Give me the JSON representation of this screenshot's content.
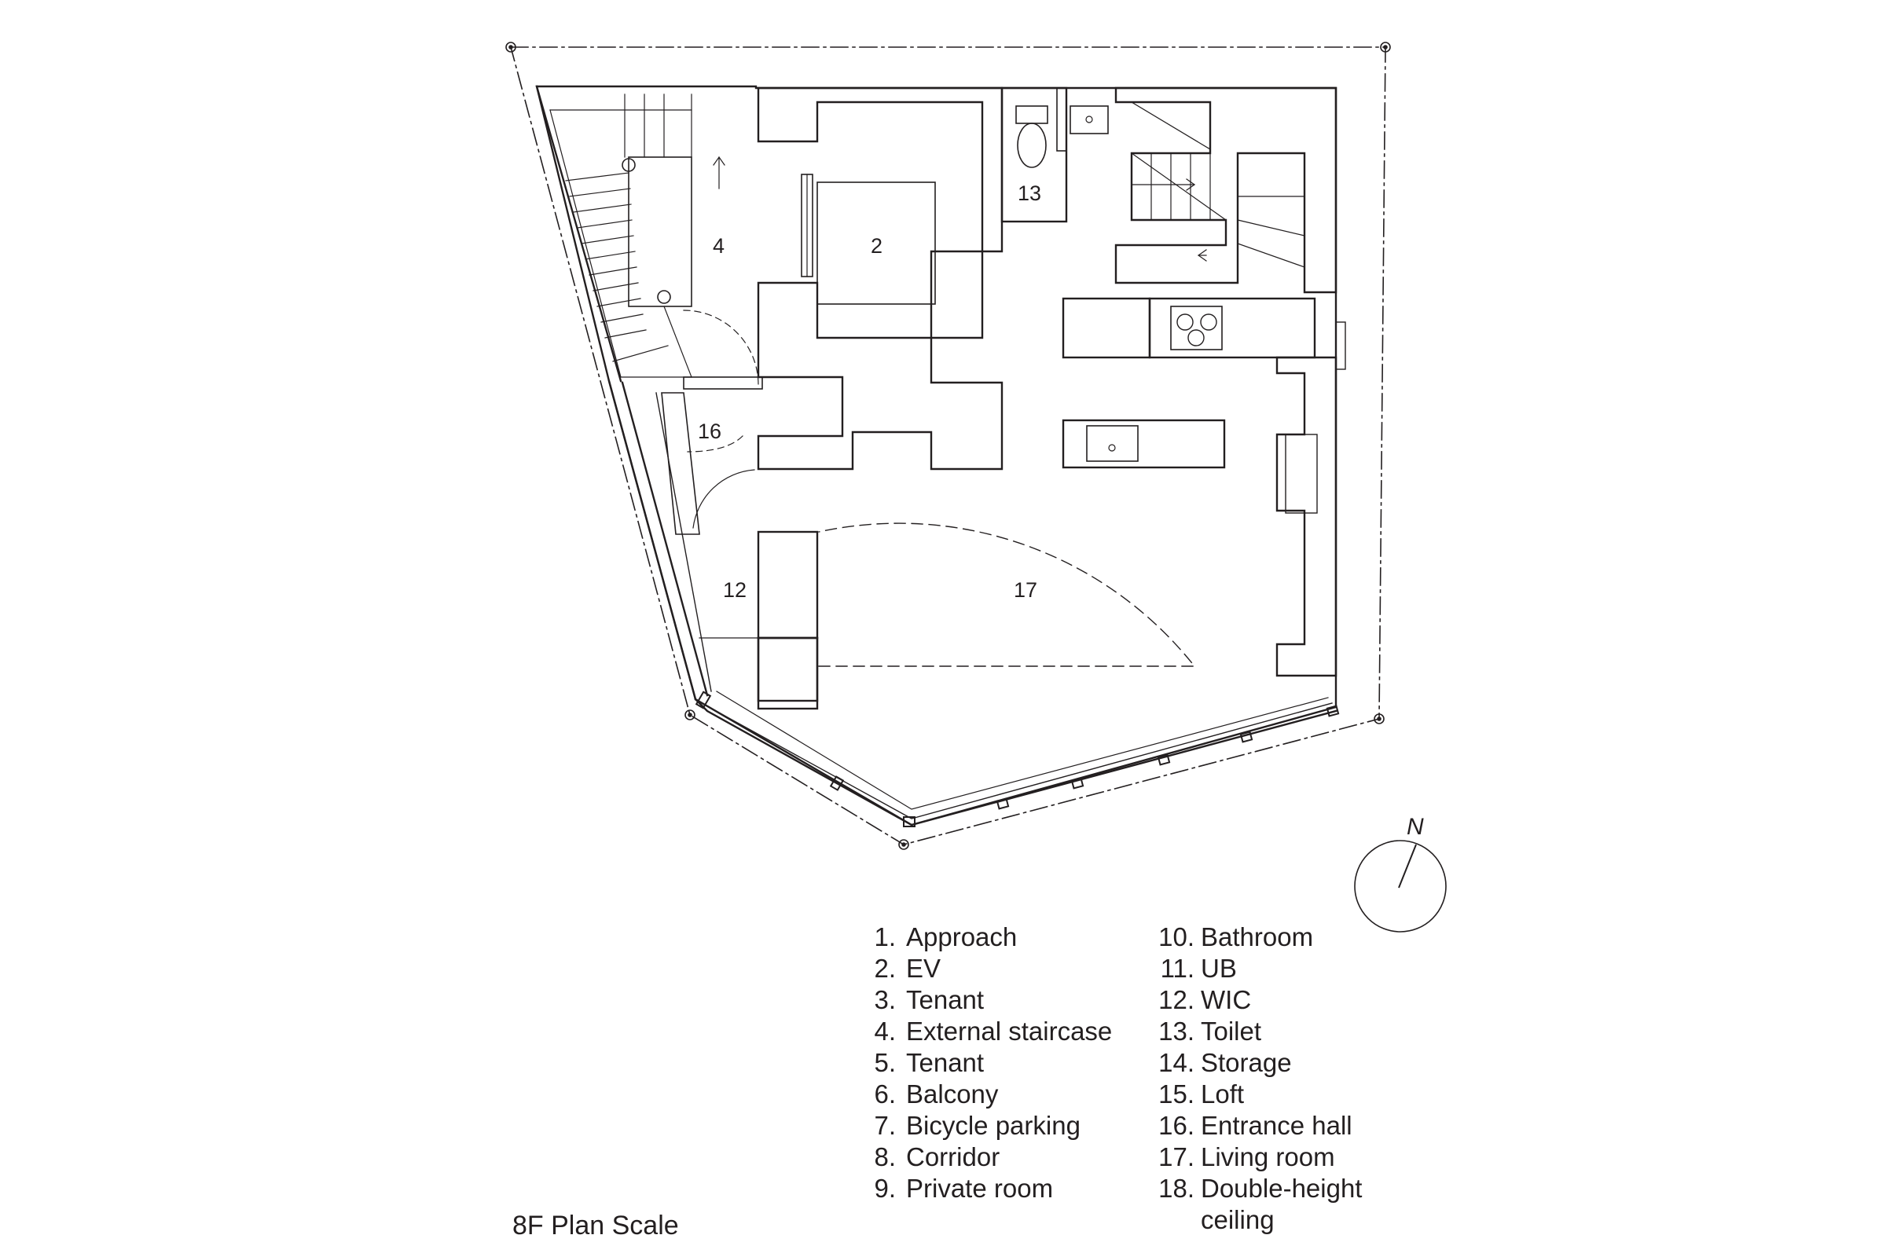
{
  "plan": {
    "title": "8F Plan Scale",
    "compass_label": "N",
    "room_labels": {
      "r2": "2",
      "r4": "4",
      "r12": "12",
      "r13": "13",
      "r16": "16",
      "r17": "17"
    }
  },
  "legend": {
    "left": [
      {
        "num": "1.",
        "label": "Approach"
      },
      {
        "num": "2.",
        "label": "EV"
      },
      {
        "num": "3.",
        "label": "Tenant"
      },
      {
        "num": "4.",
        "label": "External staircase"
      },
      {
        "num": "5.",
        "label": "Tenant"
      },
      {
        "num": "6.",
        "label": "Balcony"
      },
      {
        "num": "7.",
        "label": "Bicycle parking"
      },
      {
        "num": "8.",
        "label": "Corridor"
      },
      {
        "num": "9.",
        "label": "Private room"
      }
    ],
    "right": [
      {
        "num": "10.",
        "label": "Bathroom"
      },
      {
        "num": "11.",
        "label": "UB"
      },
      {
        "num": "12.",
        "label": "WIC"
      },
      {
        "num": "13.",
        "label": "Toilet"
      },
      {
        "num": "14.",
        "label": "Storage"
      },
      {
        "num": "15.",
        "label": "Loft"
      },
      {
        "num": "16.",
        "label": "Entrance hall"
      },
      {
        "num": "17.",
        "label": "Living room"
      },
      {
        "num": "18.",
        "label": "Double-height ceiling"
      }
    ]
  },
  "colors": {
    "ink": "#231f20",
    "background": "#ffffff"
  }
}
